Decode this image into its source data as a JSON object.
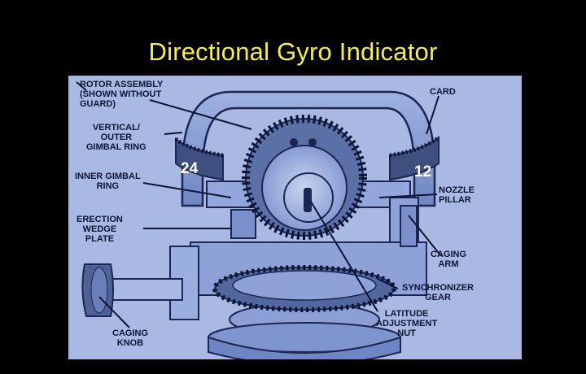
{
  "title": "Directional Gyro Indicator",
  "labels": {
    "rotor_assembly": "ROTOR ASSEMBLY\n(SHOWN WITHOUT\nGUARD)",
    "card": "CARD",
    "vertical_outer_gimbal_ring": "VERTICAL/\nOUTER\nGIMBAL RING",
    "inner_gimbal_ring": "INNER GIMBAL\nRING",
    "nozzle_pillar": "NOZZLE\nPILLAR",
    "erection_wedge_plate": "ERECTION\nWEDGE\nPLATE",
    "caging_arm": "CAGING\nARM",
    "synchronizer_gear": "SYNCHRONIZER\nGEAR",
    "latitude_adjustment_nut": "LATITUDE\nADJUSTMENT\nNUT",
    "caging_knob": "CAGING\nKNOB"
  },
  "card_numbers": {
    "left": "24",
    "right": "12"
  },
  "colors": {
    "background": "#000000",
    "title": "#f4f04a",
    "panel": "#a9b9e3",
    "ink": "#0d1535"
  }
}
